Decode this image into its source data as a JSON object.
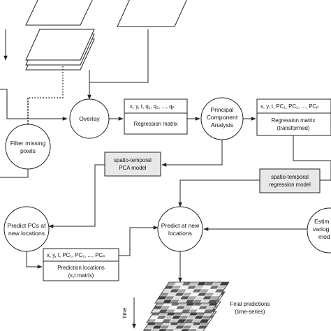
{
  "nodes": {
    "overlay": "Overlay",
    "pca": [
      "Principal",
      "Component",
      "Analysis"
    ],
    "filter_missing": [
      "Filter missing",
      "pixels"
    ],
    "predict_pcs": [
      "Predict PCs at",
      "new locations"
    ],
    "predict_new": [
      "Predict at new",
      "locations"
    ],
    "estimate_variogram": [
      "Estim",
      "variog",
      "mod"
    ]
  },
  "boxes": {
    "regression_matrix": {
      "header": "x, y, t, q₁, q₂, ..., qₚ",
      "label": "Regression matrix"
    },
    "regression_matrix_transformed": {
      "header": "x, y, t, PC₁, PC₂, ..., PCₚ",
      "label": [
        "Regression matrix",
        "(transformed)"
      ]
    },
    "prediction_locations": {
      "header": "x, y, t, PC₁, PC₂, ..., PCₚ",
      "label": [
        "Prediction locations",
        "(s,t matrix)"
      ]
    },
    "spt_pca_model": [
      "spatio-temporal",
      "PCA model"
    ],
    "spt_regression_model": [
      "spatio-temporal",
      "regression model"
    ]
  },
  "labels": {
    "time_axis": "time",
    "final_predictions": [
      "Final predictions",
      "(time-series)"
    ]
  }
}
